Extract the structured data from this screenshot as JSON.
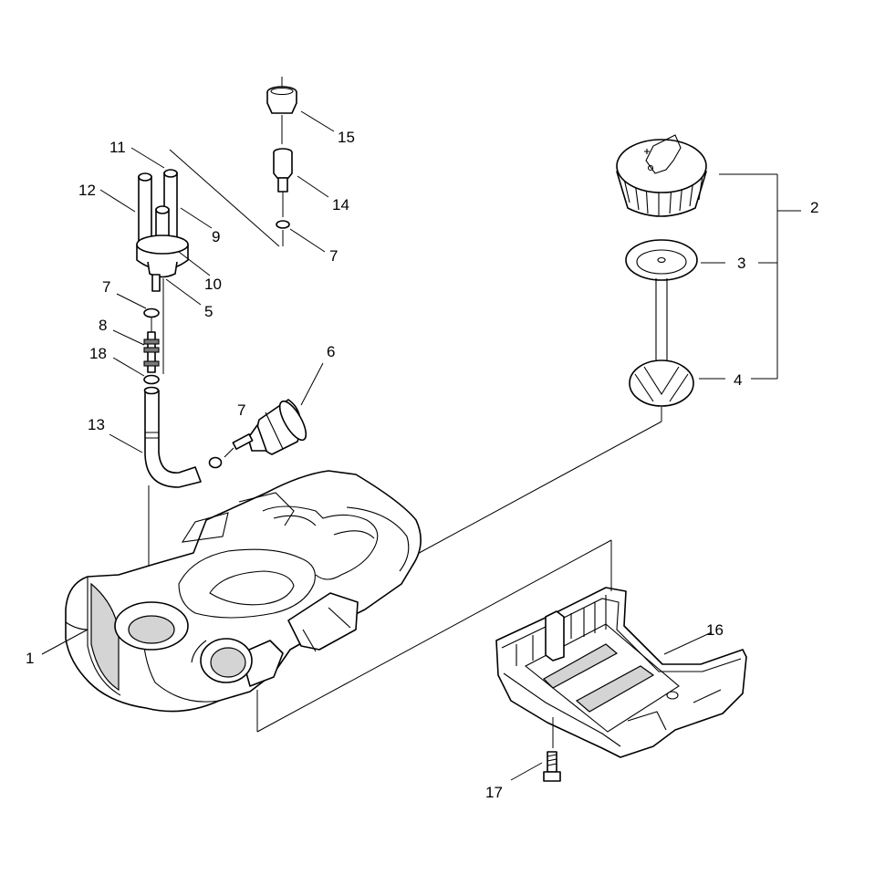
{
  "callouts": {
    "c1": "1",
    "c2": "2",
    "c3": "3",
    "c4": "4",
    "c5": "5",
    "c6": "6",
    "c7a": "7",
    "c7b": "7",
    "c7c": "7",
    "c8": "8",
    "c9": "9",
    "c10": "10",
    "c11": "11",
    "c12": "12",
    "c13": "13",
    "c14": "14",
    "c15": "15",
    "c16": "16",
    "c17": "17",
    "c18": "18"
  }
}
